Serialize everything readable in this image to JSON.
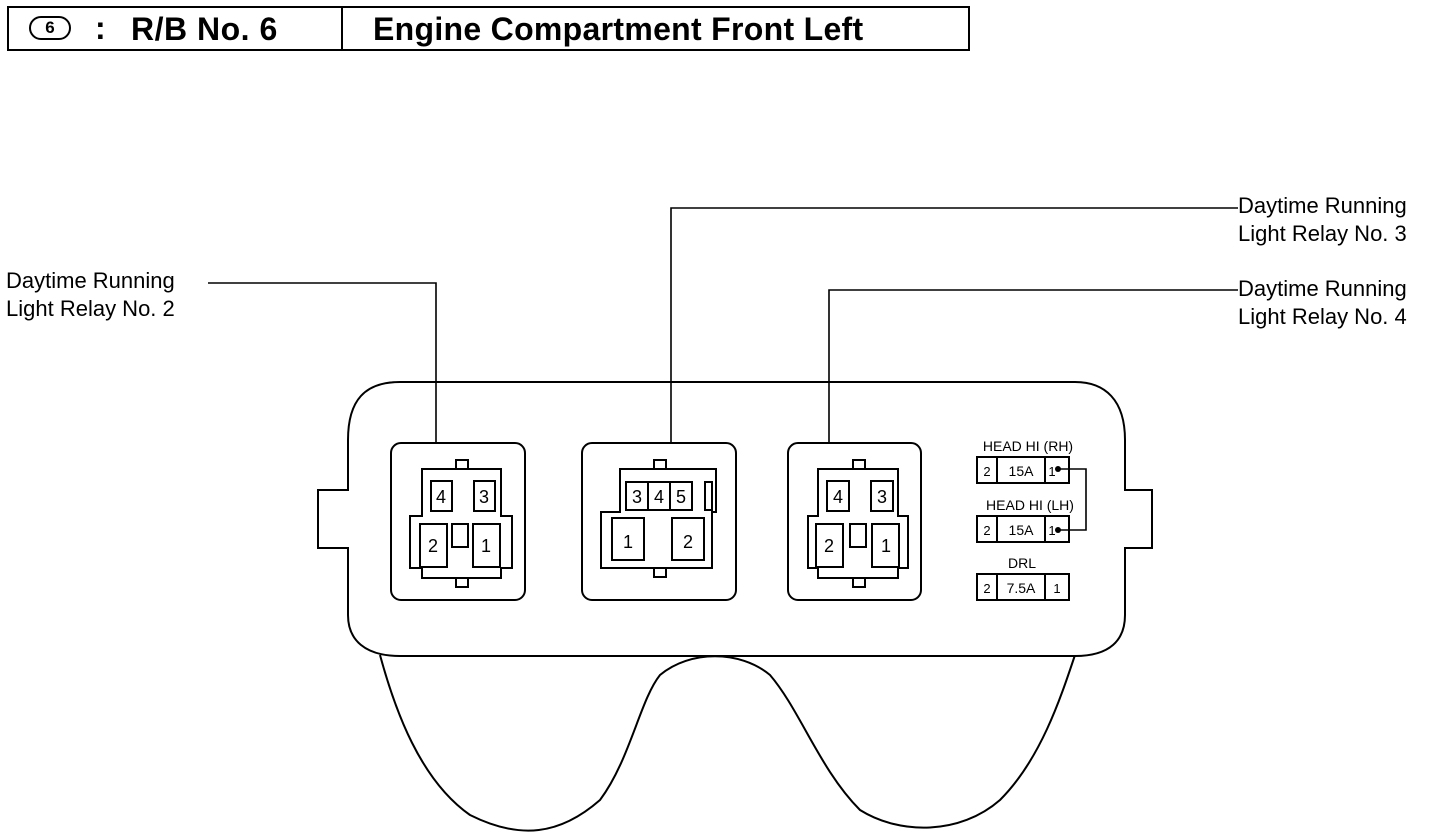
{
  "header": {
    "ref_number": "6",
    "colon": ":",
    "relay_block": "R/B No. 6",
    "location": "Engine Compartment Front Left"
  },
  "callouts": {
    "relay2": [
      "Daytime Running",
      "Light Relay No. 2"
    ],
    "relay3": [
      "Daytime Running",
      "Light Relay No. 3"
    ],
    "relay4": [
      "Daytime Running",
      "Light Relay No. 4"
    ]
  },
  "relays": {
    "relay2": {
      "pins_top": [
        "4",
        "3"
      ],
      "pins_bottom": [
        "2",
        "1"
      ]
    },
    "relay3": {
      "pins_top": [
        "3",
        "4",
        "5"
      ],
      "pins_bottom": [
        "1",
        "2"
      ]
    },
    "relay4": {
      "pins_top": [
        "4",
        "3"
      ],
      "pins_bottom": [
        "2",
        "1"
      ]
    }
  },
  "fuses": [
    {
      "name": "HEAD HI (RH)",
      "left_pin": "2",
      "rating": "15A",
      "right_pin": "1"
    },
    {
      "name": "HEAD HI (LH)",
      "left_pin": "2",
      "rating": "15A",
      "right_pin": "1"
    },
    {
      "name": "DRL",
      "left_pin": "2",
      "rating": "7.5A",
      "right_pin": "1"
    }
  ]
}
